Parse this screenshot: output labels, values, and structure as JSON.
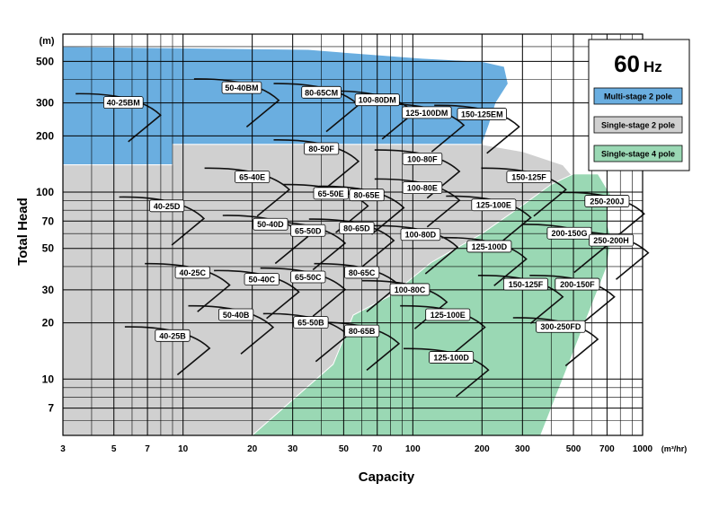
{
  "chart_data": {
    "type": "area",
    "title": "",
    "xlabel": "Capacity",
    "xunit": "(m³/hr)",
    "ylabel": "Total Head",
    "yunit": "(m)",
    "xscale": "log",
    "yscale": "log",
    "xlim": [
      3,
      1000
    ],
    "ylim": [
      5,
      700
    ],
    "x_ticks": [
      3,
      5,
      7,
      10,
      20,
      30,
      50,
      70,
      100,
      200,
      300,
      500,
      700,
      1000
    ],
    "x_tick_labels": [
      "3",
      "5",
      "7",
      "10",
      "20",
      "30",
      "50",
      "70",
      "100",
      "200",
      "300",
      "500",
      "700",
      "1000"
    ],
    "y_ticks": [
      7,
      10,
      20,
      30,
      50,
      70,
      100,
      200,
      300,
      500
    ],
    "y_tick_labels": [
      "7",
      "10",
      "20",
      "30",
      "50",
      "70",
      "100",
      "200",
      "300",
      "500"
    ],
    "grid": true,
    "frequency_label": "60",
    "frequency_unit": "Hz",
    "legend_position": "top-right",
    "legend": [
      {
        "label": "Multi-stage 2 pole",
        "color": "#6aaee0"
      },
      {
        "label": "Single-stage 2 pole",
        "color": "#d0d0d0"
      },
      {
        "label": "Single-stage 4 pole",
        "color": "#9ad8b4"
      }
    ],
    "regions": [
      {
        "name": "Multi-stage 2 pole",
        "color": "#6aaee0",
        "points": [
          [
            3,
            140
          ],
          [
            3,
            600
          ],
          [
            35,
            580
          ],
          [
            60,
            550
          ],
          [
            110,
            520
          ],
          [
            200,
            500
          ],
          [
            250,
            470
          ],
          [
            260,
            380
          ],
          [
            230,
            300
          ],
          [
            215,
            230
          ],
          [
            200,
            180
          ],
          [
            9,
            180
          ],
          [
            9,
            140
          ]
        ]
      },
      {
        "name": "Single-stage 2 pole",
        "color": "#d0d0d0",
        "points": [
          [
            3,
            5
          ],
          [
            3,
            140
          ],
          [
            9,
            140
          ],
          [
            9,
            180
          ],
          [
            200,
            180
          ],
          [
            300,
            165
          ],
          [
            450,
            140
          ],
          [
            500,
            120
          ],
          [
            430,
            100
          ],
          [
            220,
            40
          ],
          [
            110,
            15
          ],
          [
            40,
            5
          ]
        ]
      },
      {
        "name": "Single-stage 4 pole",
        "color": "#9ad8b4",
        "points": [
          [
            20,
            5
          ],
          [
            360,
            5
          ],
          [
            700,
            40
          ],
          [
            730,
            57
          ],
          [
            700,
            68
          ],
          [
            700,
            80
          ],
          [
            740,
            93
          ],
          [
            640,
            125
          ],
          [
            500,
            125
          ],
          [
            400,
            110
          ],
          [
            300,
            85
          ],
          [
            200,
            60
          ],
          [
            120,
            42
          ],
          [
            80,
            28
          ],
          [
            55,
            22
          ],
          [
            45,
            12
          ]
        ]
      }
    ],
    "pump_models": [
      {
        "label": "40-25BM",
        "x": 5.5,
        "y": 300,
        "group": "Multi-stage 2 pole"
      },
      {
        "label": "50-40BM",
        "x": 18,
        "y": 360,
        "group": "Multi-stage 2 pole"
      },
      {
        "label": "80-65CM",
        "x": 40,
        "y": 340,
        "group": "Multi-stage 2 pole"
      },
      {
        "label": "100-80DM",
        "x": 70,
        "y": 310,
        "group": "Multi-stage 2 pole"
      },
      {
        "label": "125-100DM",
        "x": 115,
        "y": 265,
        "group": "Multi-stage 2 pole"
      },
      {
        "label": "150-125EM",
        "x": 200,
        "y": 260,
        "group": "Multi-stage 2 pole"
      },
      {
        "label": "80-50F",
        "x": 40,
        "y": 170,
        "group": "Single-stage 2 pole"
      },
      {
        "label": "100-80F",
        "x": 110,
        "y": 150,
        "group": "Single-stage 2 pole"
      },
      {
        "label": "150-125F",
        "x": 320,
        "y": 120,
        "group": "Single-stage 2 pole"
      },
      {
        "label": "65-40E",
        "x": 20,
        "y": 120,
        "group": "Single-stage 2 pole"
      },
      {
        "label": "100-80E",
        "x": 110,
        "y": 105,
        "group": "Single-stage 2 pole"
      },
      {
        "label": "65-50E",
        "x": 44,
        "y": 98,
        "group": "Single-stage 2 pole"
      },
      {
        "label": "80-65E",
        "x": 63,
        "y": 96,
        "group": "Single-stage 2 pole"
      },
      {
        "label": "40-25D",
        "x": 8.5,
        "y": 84,
        "group": "Single-stage 2 pole"
      },
      {
        "label": "125-100E",
        "x": 225,
        "y": 85,
        "group": "Single-stage 2 pole"
      },
      {
        "label": "250-200J",
        "x": 700,
        "y": 89,
        "group": "Single-stage 4 pole"
      },
      {
        "label": "50-40D",
        "x": 24,
        "y": 67,
        "group": "Single-stage 2 pole"
      },
      {
        "label": "65-50D",
        "x": 35,
        "y": 62,
        "group": "Single-stage 2 pole"
      },
      {
        "label": "80-65D",
        "x": 57,
        "y": 64,
        "group": "Single-stage 2 pole"
      },
      {
        "label": "100-80D",
        "x": 108,
        "y": 59,
        "group": "Single-stage 2 pole"
      },
      {
        "label": "200-150G",
        "x": 480,
        "y": 60,
        "group": "Single-stage 4 pole"
      },
      {
        "label": "250-200H",
        "x": 730,
        "y": 55,
        "group": "Single-stage 4 pole"
      },
      {
        "label": "125-100D",
        "x": 215,
        "y": 51,
        "group": "Single-stage 2 pole"
      },
      {
        "label": "40-25C",
        "x": 11,
        "y": 37,
        "group": "Single-stage 2 pole"
      },
      {
        "label": "50-40C",
        "x": 22,
        "y": 34,
        "group": "Single-stage 2 pole"
      },
      {
        "label": "65-50C",
        "x": 35,
        "y": 35,
        "group": "Single-stage 2 pole"
      },
      {
        "label": "80-65C",
        "x": 60,
        "y": 37,
        "group": "Single-stage 2 pole"
      },
      {
        "label": "150-125F",
        "x": 310,
        "y": 32,
        "group": "Single-stage 4 pole"
      },
      {
        "label": "200-150F",
        "x": 520,
        "y": 32,
        "group": "Single-stage 4 pole"
      },
      {
        "label": "100-80C",
        "x": 97,
        "y": 30,
        "group": "Single-stage 2 pole"
      },
      {
        "label": "50-40B",
        "x": 17,
        "y": 22,
        "group": "Single-stage 2 pole"
      },
      {
        "label": "65-50B",
        "x": 36,
        "y": 20,
        "group": "Single-stage 2 pole"
      },
      {
        "label": "125-100E",
        "x": 142,
        "y": 22,
        "group": "Single-stage 2 pole"
      },
      {
        "label": "300-250FD",
        "x": 440,
        "y": 19,
        "group": "Single-stage 4 pole"
      },
      {
        "label": "80-65B",
        "x": 60,
        "y": 18,
        "group": "Single-stage 2 pole"
      },
      {
        "label": "40-25B",
        "x": 9,
        "y": 17,
        "group": "Single-stage 2 pole"
      },
      {
        "label": "125-100D",
        "x": 147,
        "y": 13,
        "group": "Single-stage 2 pole"
      }
    ],
    "curve_style": {
      "outline_color": "#111111",
      "region_outline": "#ffffff"
    }
  }
}
